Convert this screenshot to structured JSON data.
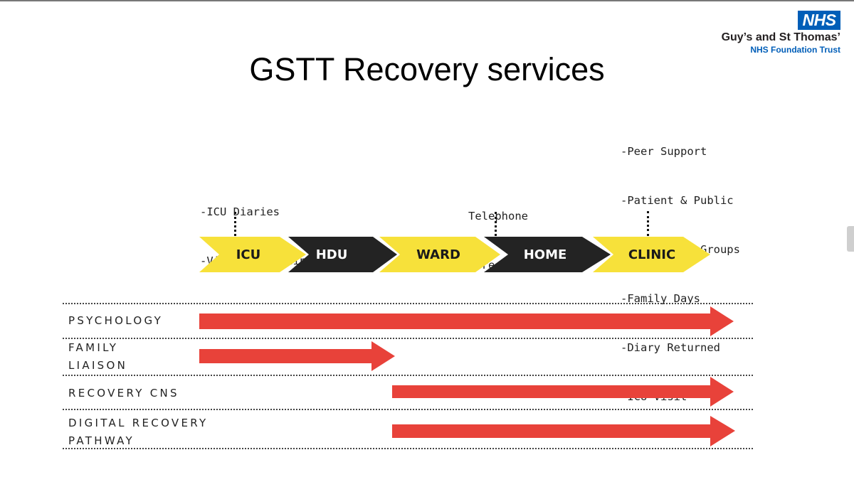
{
  "logo": {
    "nhs": "NHS",
    "trust_name": "Guy’s and St Thomas’",
    "trust_sub": "NHS Foundation Trust"
  },
  "title": "GSTT Recovery services",
  "stages": [
    {
      "label": "ICU",
      "color": "#f7e13a",
      "text_color": "#1a1a1a"
    },
    {
      "label": "HDU",
      "color": "#232323",
      "text_color": "#ffffff"
    },
    {
      "label": "WARD",
      "color": "#f7e13a",
      "text_color": "#1a1a1a"
    },
    {
      "label": "HOME",
      "color": "#232323",
      "text_color": "#ffffff"
    },
    {
      "label": "CLINIC",
      "color": "#f7e13a",
      "text_color": "#1a1a1a"
    }
  ],
  "notes": {
    "icu": [
      "-ICU Diaries",
      "-Virtual Visiting"
    ],
    "home": [
      "Telephone",
      "Screening"
    ],
    "clinic": [
      "-Peer Support",
      "-Patient & Public",
      "Involvement Groups",
      "-Family Days",
      "-Diary Returned",
      "-ICU Visit"
    ]
  },
  "services": [
    {
      "label": [
        "PSYCHOLOGY"
      ],
      "start_stage": "ICU",
      "end_stage": "CLINIC"
    },
    {
      "label": [
        "FAMILY",
        "LIAISON"
      ],
      "start_stage": "ICU",
      "end_stage": "HDU"
    },
    {
      "label": [
        "RECOVERY CNS"
      ],
      "start_stage": "WARD",
      "end_stage": "CLINIC"
    },
    {
      "label": [
        "DIGITAL RECOVERY",
        "PATHWAY"
      ],
      "start_stage": "WARD",
      "end_stage": "CLINIC"
    }
  ],
  "colors": {
    "arrow_red": "#e8423a",
    "nhs_blue": "#005eb8",
    "yellow": "#f7e13a",
    "black": "#232323"
  }
}
